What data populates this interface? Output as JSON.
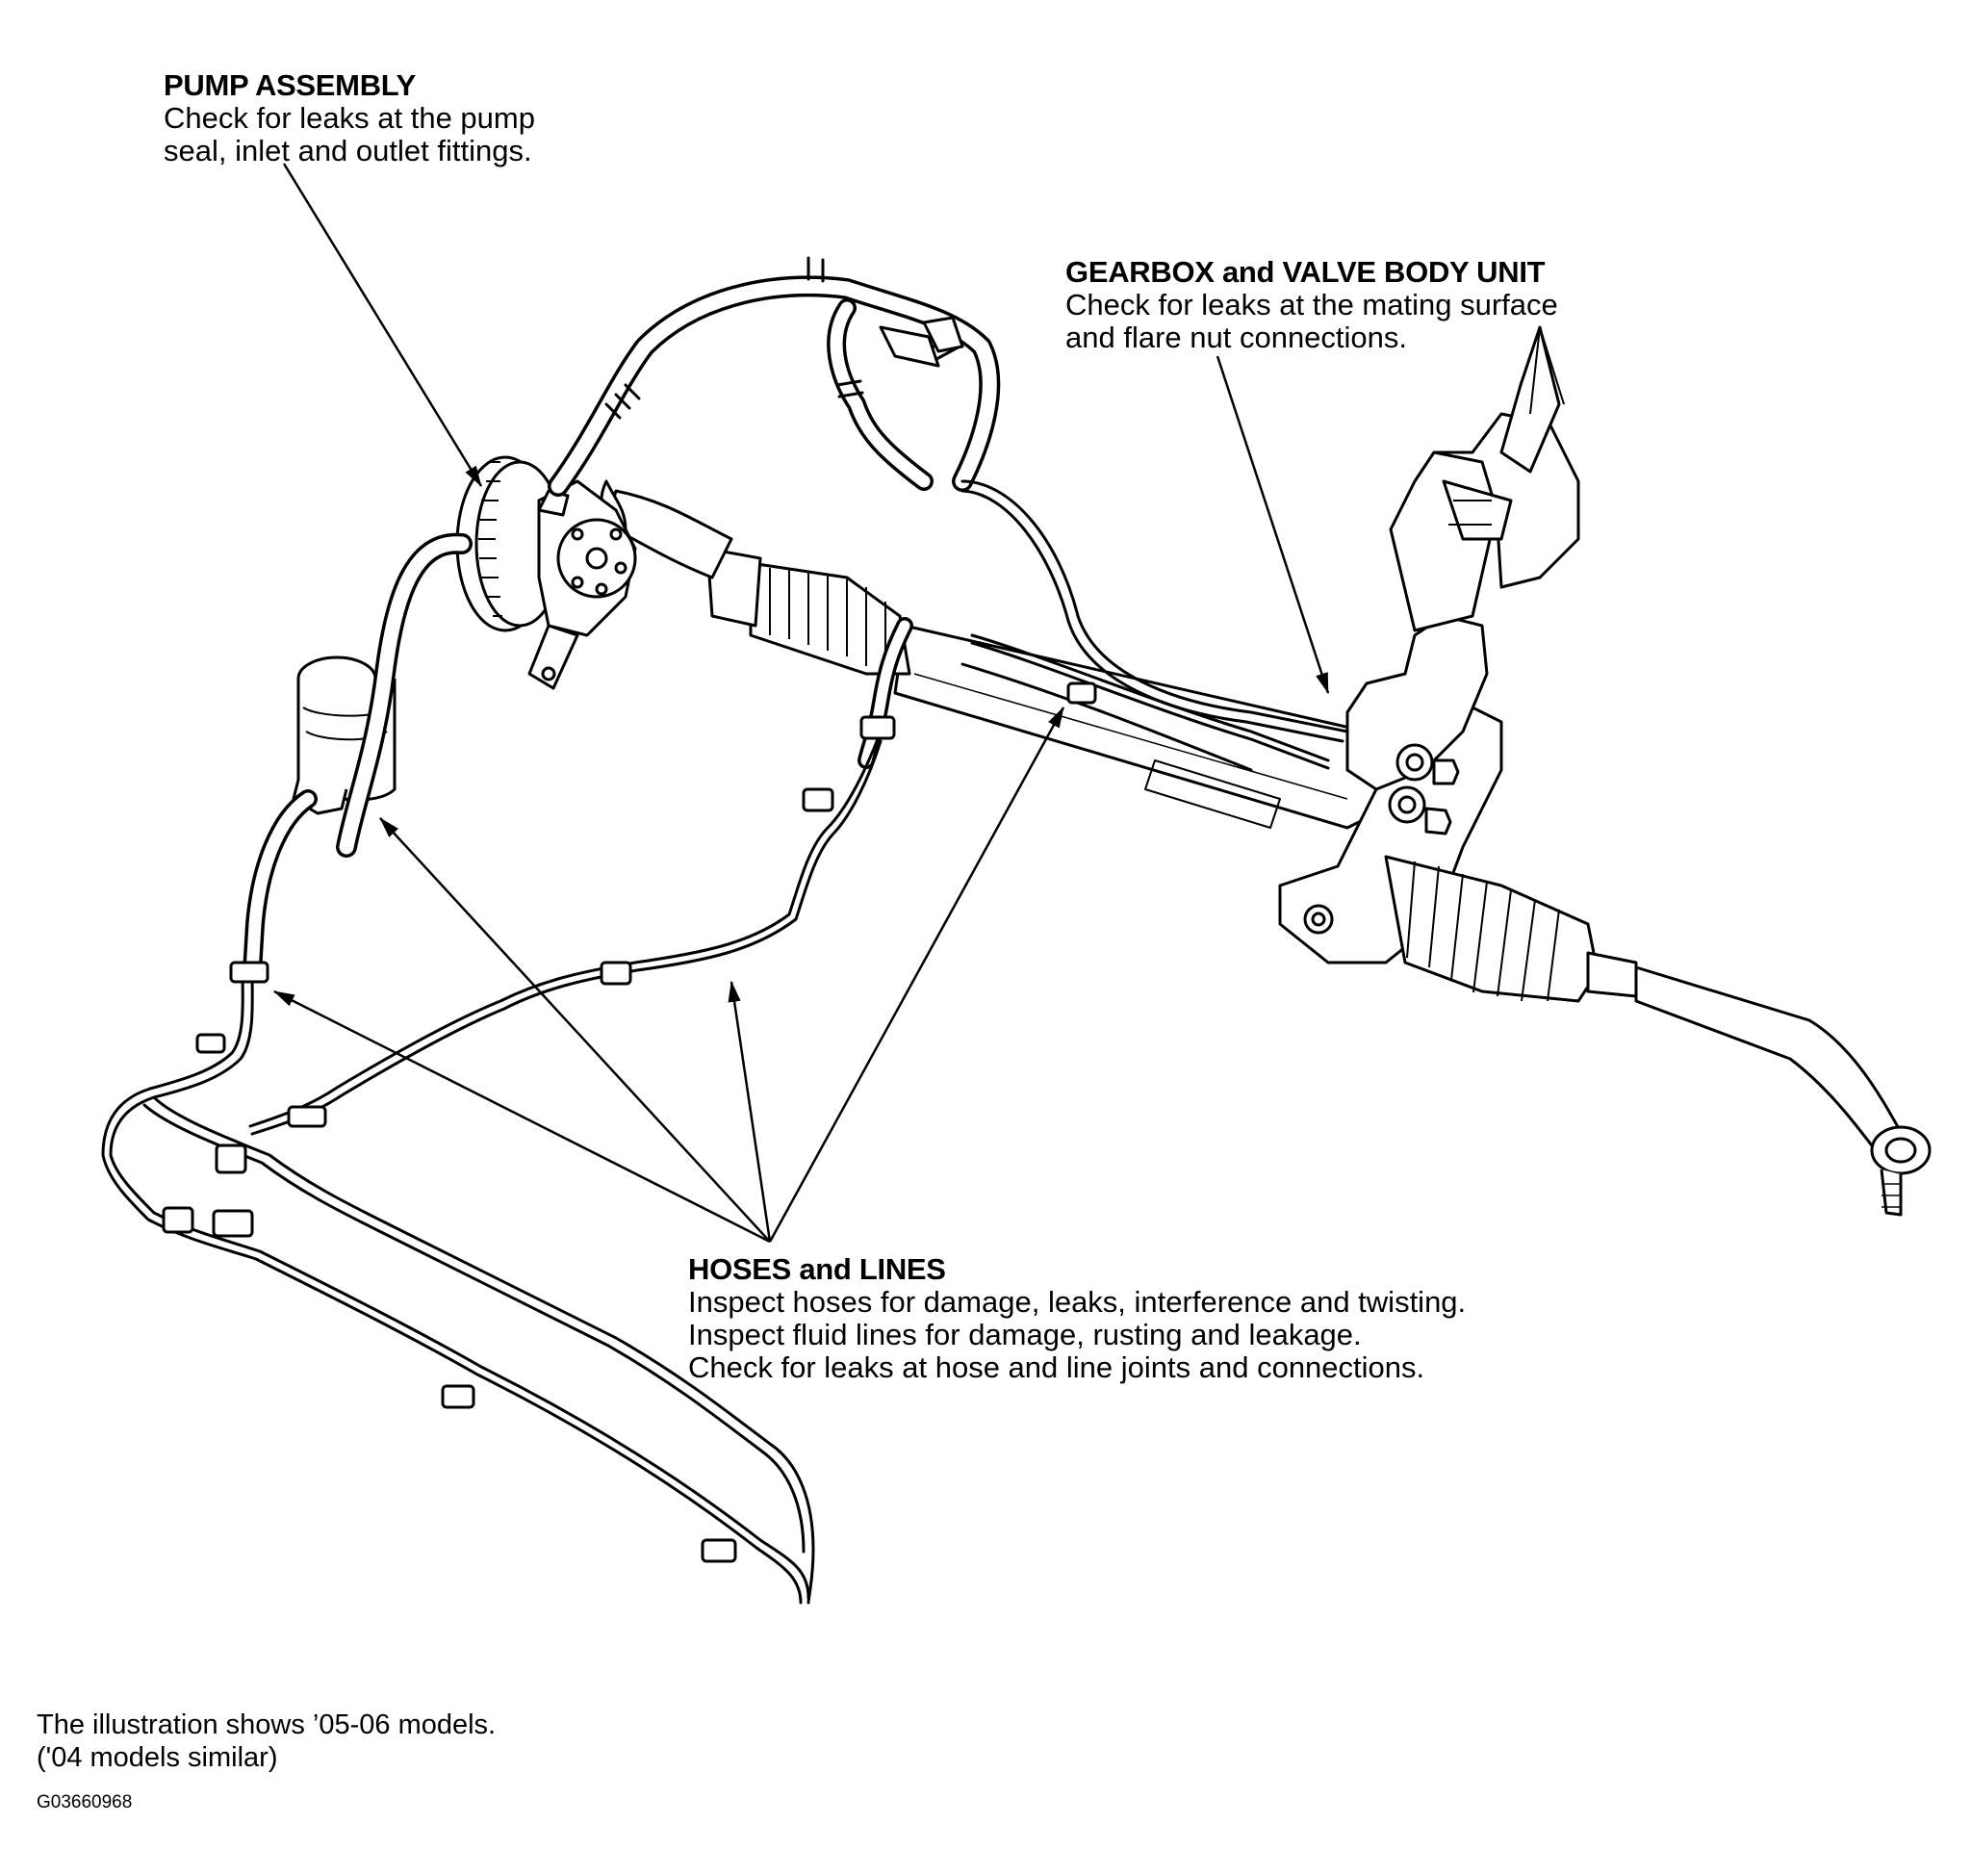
{
  "callouts": {
    "pump_assembly": {
      "title": "PUMP ASSEMBLY",
      "lines": [
        "Check for leaks at the pump",
        "seal, inlet and outlet fittings."
      ]
    },
    "gearbox_valve_body": {
      "title": "GEARBOX and VALVE BODY UNIT",
      "lines": [
        "Check for leaks at the mating surface",
        "and flare nut connections."
      ]
    },
    "hoses_lines": {
      "title": "HOSES and LINES",
      "lines": [
        "Inspect hoses for damage, leaks, interference and twisting.",
        "Inspect fluid lines for damage, rusting and leakage.",
        "Check for leaks at hose and line joints and connections."
      ]
    }
  },
  "footnote": {
    "line1": "The illustration shows ’05-06 models.",
    "line2": "('04 models similar)"
  },
  "figure_id": "G03660968",
  "colors": {
    "ink": "#000000",
    "paper": "#ffffff"
  }
}
